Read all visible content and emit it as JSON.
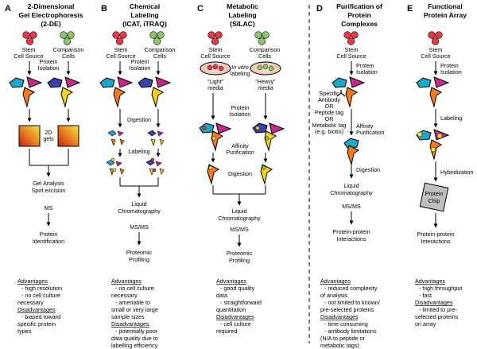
{
  "panels": [
    {
      "letter": "A",
      "title": [
        "2-Dimensional",
        "Gel Electrophoresis",
        "(2-DE)"
      ],
      "source_label": [
        "Stem",
        "Cell Source"
      ],
      "comparison_label": [
        "Comparison",
        "Cells"
      ],
      "isolation_label": [
        "Protein",
        "Isolation"
      ],
      "gel_label": [
        "2D",
        "gels"
      ],
      "steps": [
        [
          "Gel Analysis",
          "Spot excision"
        ],
        [
          "MS"
        ],
        [
          "Protein",
          "Identification"
        ]
      ],
      "advantages_heading": "Advantages",
      "advantages": [
        "- high resolution",
        "- no cell culture",
        "necessary"
      ],
      "disadvantages_heading": "Disadvantages",
      "disadvantages": [
        "- biased toward",
        "specific protein",
        "types"
      ]
    },
    {
      "letter": "B",
      "title": [
        "Chemical",
        "Labeling",
        "(ICAT, iTRAQ)"
      ],
      "source_label": [
        "Stem",
        "Cell Source"
      ],
      "comparison_label": [
        "Comparison",
        "Cells"
      ],
      "isolation_label": [
        "Protein",
        "Isolation"
      ],
      "digestion_label": "Digestion",
      "labeling_label": "Labeling",
      "steps": [
        [
          "Liquid",
          "Chromatography"
        ],
        [
          "MS/MS"
        ],
        [
          "Proteomic",
          "Profiling"
        ]
      ],
      "advantages_heading": "Advantages",
      "advantages": [
        "- no cell culture",
        "necessary",
        "- amenable to",
        "small or very large",
        "sample sizes"
      ],
      "disadvantages_heading": "Disadvantages",
      "disadvantages": [
        "- potentially poor",
        "data quality due to",
        "labelling efficiency"
      ]
    },
    {
      "letter": "C",
      "title": [
        "Metabolic",
        "Labeling",
        "(SILAC)"
      ],
      "source_label": [
        "Stem",
        "Cell Source"
      ],
      "comparison_label": [
        "Comparison",
        "Cells"
      ],
      "in_vitro_label": [
        "In vitro",
        "labeling"
      ],
      "light_label": [
        "“Light”",
        "media"
      ],
      "heavy_label": [
        "“Heavy”",
        "media"
      ],
      "isolation_label": [
        "Protein",
        "Isolation"
      ],
      "affinity_label": [
        "Affinity",
        "Purification"
      ],
      "digestion_label": "Digestion",
      "steps": [
        [
          "Liquid",
          "Chromatography"
        ],
        [
          "MS/MS"
        ],
        [
          "Proteomic",
          "Profiling"
        ]
      ],
      "advantages_heading": "Advantages",
      "advantages": [
        "- good quality",
        "data",
        "- straightforward",
        "quantitation"
      ],
      "disadvantages_heading": "Disadvantages",
      "disadvantages": [
        "- cell culture",
        "required"
      ]
    },
    {
      "letter": "D",
      "title": [
        "Purification of",
        "Protein",
        "Complexes"
      ],
      "source_label": [
        "Stem",
        "Cell Source"
      ],
      "isolation_label": [
        "Protein",
        "Isolation"
      ],
      "tag_label": [
        "Specific",
        "Antibody",
        "OR",
        "Peptide tag",
        "OR",
        "Metabolic tag",
        "(e.g. biotin)"
      ],
      "affinity_label": [
        "Affinity",
        "Purification"
      ],
      "digestion_label": "Digestion",
      "steps": [
        [
          "Liquid",
          "Chromatography"
        ],
        [
          "MS/MS"
        ],
        [
          "Protein-protein",
          "Interactions"
        ]
      ],
      "advantages_heading": "Advantages",
      "advantages": [
        "- reduced complexity",
        "of analysis",
        "- not limited to known/",
        "pre-selected proteins"
      ],
      "disadvantages_heading": "Disadvantages",
      "disadvantages": [
        "- time consuming",
        "- antibody limitations",
        "(N/A to peptide or",
        "metabolic tags)"
      ]
    },
    {
      "letter": "E",
      "title": [
        "Functional",
        "Protein Array"
      ],
      "source_label": [
        "Stem",
        "Cell Source"
      ],
      "isolation_label": [
        "Protein",
        "Isolation"
      ],
      "labeling_label": "Labeling",
      "hybridization_label": "Hybridization",
      "chip_label": [
        "Protein",
        "Chip"
      ],
      "steps": [
        [
          "Protein-protein",
          "Interactions"
        ]
      ],
      "advantages_heading": "Advantages",
      "advantages": [
        "- high throughput",
        "- fast"
      ],
      "disadvantages_heading": "Disadvantages",
      "disadvantages": [
        "- limited to pre-",
        "selected proteins",
        "on array"
      ]
    }
  ],
  "colors": {
    "stem_cells": "#e8394a",
    "comparison_cells": "#8cc96a",
    "protein_cyan": "#1aa7c9",
    "protein_magenta": "#c8288c",
    "protein_orange": "#f47a20",
    "protein_blue": "#3b3fa8",
    "protein_yellow": "#f5d21c",
    "gel_dark": "#c0221e",
    "gel_light": "#f4e842",
    "chip": "#bfbfbf",
    "label_dot_yellow": "#f5e33c",
    "media_dish": "#f2d6c6"
  }
}
